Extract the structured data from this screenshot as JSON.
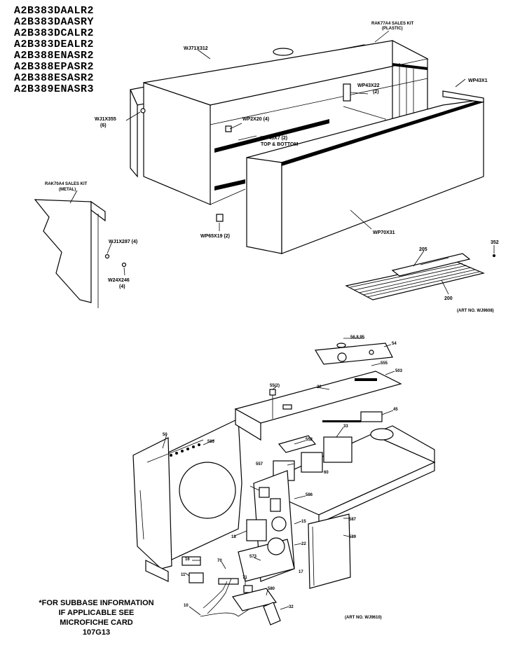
{
  "models": [
    "A2B383DAALR2",
    "A2B383DAASRY",
    "A2B383DCALR2",
    "A2B383DEALR2",
    "A2B388ENASR2",
    "A2B388EPASR2",
    "A2B388ESASR2",
    "A2B389ENASR3"
  ],
  "upper_labels": {
    "wj71x312": "WJ71X312",
    "rak77a4": "RAK77A4 SALES KIT",
    "rak77a4_sub": "(PLASTIC)",
    "wp43x22": "WP43X22",
    "wp43x22_qty": "(2)",
    "wp43x1": "WP43X1",
    "wj1x355": "WJ1X355",
    "wj1x355_qty": "(6)",
    "wp2x20": "WP2X20 (4)",
    "wp43x7": "WP43X7 (2)",
    "top_bottom": "TOP & BOTTOM",
    "rak70a4": "RAK70A4 SALES KIT",
    "rak70a4_sub": "(METAL)",
    "wj1x287": "WJ1X287 (4)",
    "w24x246": "W24X246",
    "w24x246_qty": "(4)",
    "wp65x19": "WP65X19 (2)",
    "wp70x31": "WP70X31",
    "n352": "352",
    "n205": "205",
    "n200": "200",
    "art_upper": "(ART NO. WJ9608)"
  },
  "lower_labels": {
    "n56": "56,8,95",
    "n54": "54",
    "n555": "555",
    "n503": "503",
    "n55": "55(2)",
    "n22": "22",
    "n45": "45",
    "n33": "33",
    "n552": "552",
    "n60": "60",
    "n557": "557",
    "n586": "586",
    "n587": "587",
    "n589": "589",
    "n583": "583",
    "n50": "50",
    "n15": "15",
    "n22b": "22",
    "n18": "18",
    "n70": "70",
    "n573": "573",
    "n71": "71",
    "n580": "580",
    "n11": "11",
    "n10": "10",
    "n16": "16",
    "n32": "32",
    "n17": "17",
    "art_lower": "(ART NO. WJ9610)"
  },
  "subbase_note": [
    "*FOR SUBBASE INFORMATION",
    "IF APPLICABLE SEE",
    "MICROFICHE CARD",
    "107G13"
  ]
}
